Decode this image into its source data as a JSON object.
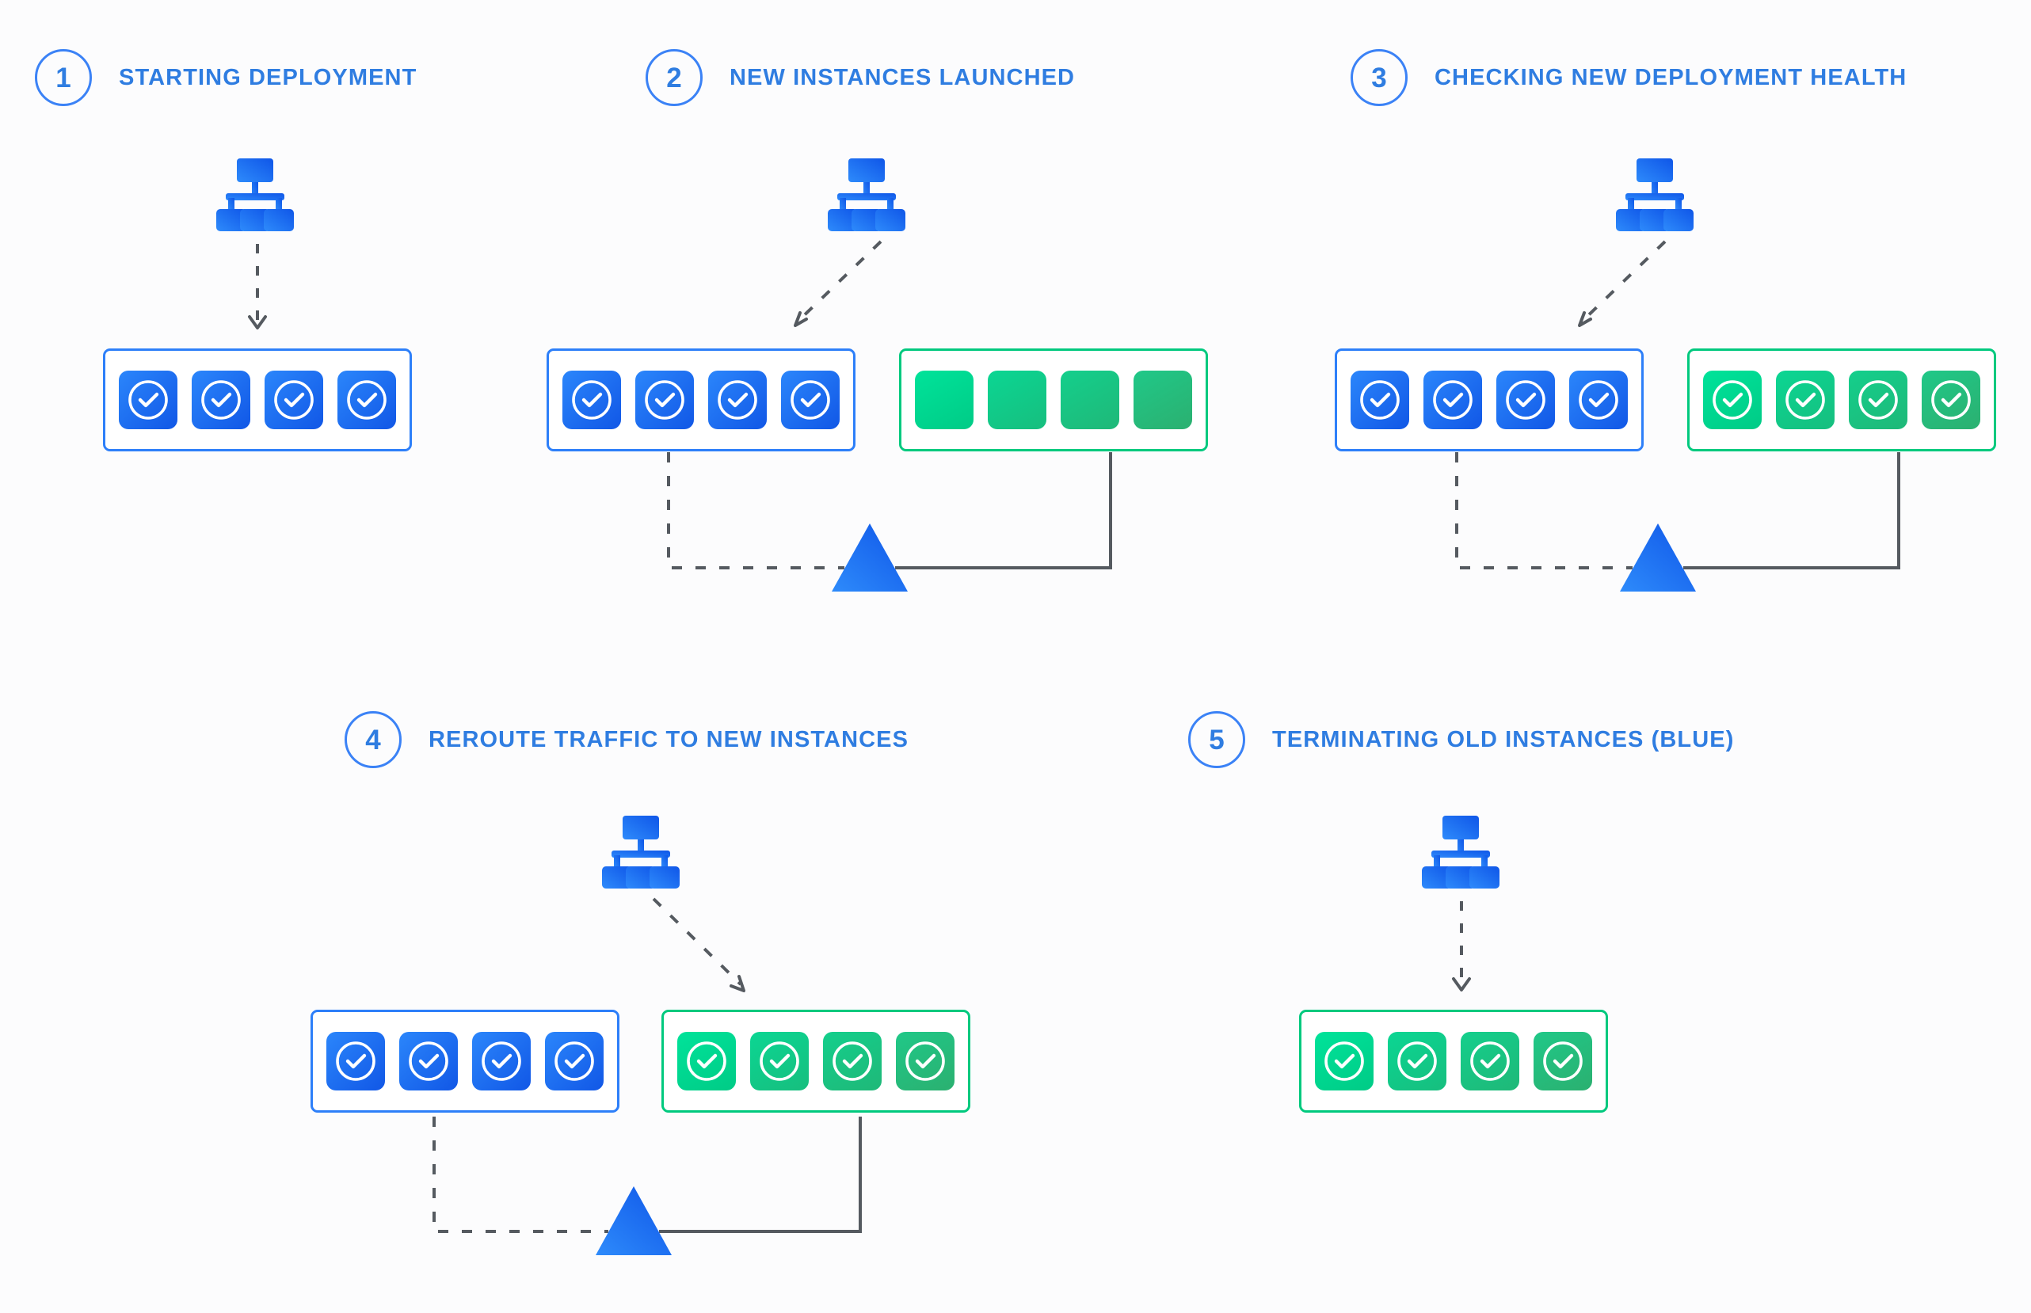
{
  "diagram": {
    "title": "Blue-Green Deployment Sequence",
    "background_color": "#fcfcfd",
    "accent_blue": "#2f7de1",
    "accent_green": "#00c97e"
  },
  "steps": [
    {
      "number": "1",
      "label": "STARTING DEPLOYMENT",
      "router_icon": "sitemap-icon",
      "groups": [
        {
          "color": "blue",
          "instance_count": 4,
          "has_check": true,
          "label": "blue-instances"
        }
      ],
      "arrow": {
        "type": "dashed",
        "direction": "down"
      },
      "has_traffic_router": false
    },
    {
      "number": "2",
      "label": "NEW INSTANCES LAUNCHED",
      "router_icon": "sitemap-icon",
      "groups": [
        {
          "color": "blue",
          "instance_count": 4,
          "has_check": true,
          "label": "blue-instances"
        },
        {
          "color": "green",
          "instance_count": 4,
          "has_check": false,
          "label": "green-instances"
        }
      ],
      "arrow": {
        "type": "dashed",
        "direction": "down-left"
      },
      "has_traffic_router": true,
      "router": {
        "left_line": "dashed",
        "right_line": "solid",
        "shape": "triangle",
        "color": "#1a6ff0"
      }
    },
    {
      "number": "3",
      "label": "CHECKING NEW DEPLOYMENT HEALTH",
      "router_icon": "sitemap-icon",
      "groups": [
        {
          "color": "blue",
          "instance_count": 4,
          "has_check": true,
          "label": "blue-instances"
        },
        {
          "color": "green",
          "instance_count": 4,
          "has_check": true,
          "label": "green-instances"
        }
      ],
      "arrow": {
        "type": "dashed",
        "direction": "down-left"
      },
      "has_traffic_router": true,
      "router": {
        "left_line": "dashed",
        "right_line": "solid",
        "shape": "triangle",
        "color": "#1a6ff0"
      }
    },
    {
      "number": "4",
      "label": "REROUTE TRAFFIC TO NEW INSTANCES",
      "router_icon": "sitemap-icon",
      "groups": [
        {
          "color": "blue",
          "instance_count": 4,
          "has_check": true,
          "label": "blue-instances"
        },
        {
          "color": "green",
          "instance_count": 4,
          "has_check": true,
          "label": "green-instances"
        }
      ],
      "arrow": {
        "type": "dashed",
        "direction": "down-right"
      },
      "has_traffic_router": true,
      "router": {
        "left_line": "dashed",
        "right_line": "solid",
        "shape": "triangle",
        "color": "#1a6ff0"
      }
    },
    {
      "number": "5",
      "label": "TERMINATING OLD INSTANCES (BLUE)",
      "router_icon": "sitemap-icon",
      "groups": [
        {
          "color": "green",
          "instance_count": 4,
          "has_check": true,
          "label": "green-instances"
        }
      ],
      "arrow": {
        "type": "dashed",
        "direction": "down"
      },
      "has_traffic_router": false
    }
  ]
}
